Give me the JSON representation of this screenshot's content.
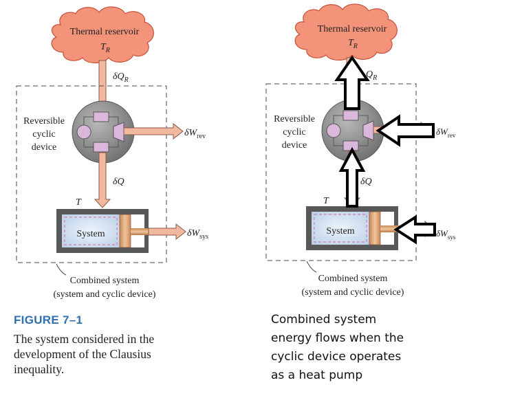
{
  "left_diagram": {
    "reservoir_label": "Thermal reservoir",
    "reservoir_temp": "T",
    "reservoir_temp_sub": "R",
    "heat_in_label": "δQ",
    "heat_in_sub": "R",
    "device_label_lines": [
      "Reversible",
      "cyclic",
      "device"
    ],
    "work_rev_label": "δW",
    "work_rev_sub": "rev",
    "heat_out_label": "δQ",
    "system_temp": "T",
    "system_label": "System",
    "work_sys_label": "δW",
    "work_sys_sub": "sys",
    "combined_label": "Combined system",
    "combined_sub_label": "(system and cyclic device)"
  },
  "right_diagram": {
    "reservoir_label": "Thermal reservoir",
    "reservoir_temp": "T",
    "reservoir_temp_sub": "R",
    "heat_label": "Q",
    "heat_sub": "R",
    "device_label_lines": [
      "Reversible",
      "cyclic",
      "device"
    ],
    "work_rev_label": "δW",
    "work_rev_sub": "rev",
    "heat_low_label": "δQ",
    "system_temp": "T",
    "system_label": "System",
    "work_sys_label": "δW",
    "work_sys_sub": "sys",
    "combined_label": "Combined system",
    "combined_sub_label": "(system and cyclic device)"
  },
  "figure": {
    "title": "FIGURE 7–1",
    "caption": "The system considered in the development of the Clausius inequality.",
    "caption_lines": [
      "The system considered in the",
      "development of the Clausius",
      "inequality."
    ]
  },
  "right_caption_lines": [
    "Combined system",
    "energy flows when the",
    "cyclic device operates",
    "as a heat pump"
  ],
  "colors": {
    "cloud_fill": "#f2937a",
    "cloud_stroke": "#c7513a",
    "arrow_fill": "#f1b9a0",
    "arrow_stroke": "#8a5a48",
    "device_fill": "#8d8d8d",
    "cylinder_wall": "#585858",
    "system_fill": "#c9dbee",
    "piston_fill": "#e0a77a",
    "dash_red": "#e06a8c",
    "figure_title": "#2f6fb3"
  }
}
